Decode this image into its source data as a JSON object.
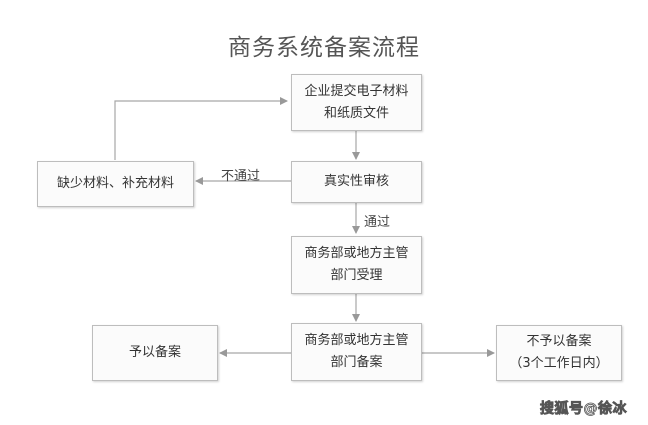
{
  "title": "商务系统备案流程",
  "nodes": {
    "submit": {
      "line1": "企业提交电子材料",
      "line2": "和纸质文件"
    },
    "verify": {
      "line1": "真实性审核"
    },
    "missing": {
      "line1": "缺少材料、补充材料"
    },
    "accept": {
      "line1": "商务部或地方主管",
      "line2": "部门受理"
    },
    "record": {
      "line1": "商务部或地方主管",
      "line2": "部门备案"
    },
    "grant": {
      "line1": "予以备案"
    },
    "reject": {
      "line1": "不予以备案",
      "line2": "（3个工作日内）"
    }
  },
  "edges": {
    "fail_label": "不通过",
    "pass_label": "通过"
  },
  "watermark": "搜狐号@徐冰"
}
